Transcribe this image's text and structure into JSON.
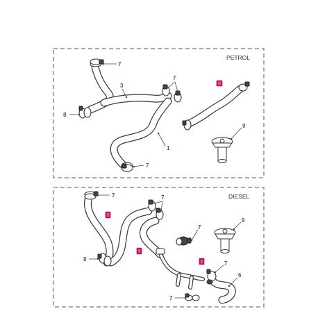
{
  "panels": {
    "petrol": {
      "label": "PETROL",
      "callouts": {
        "top_clamp": "7",
        "hose_3": "3",
        "right_clamps": "7",
        "clamp_8": "8",
        "hose_1": "1",
        "bottom_clamp": "7",
        "thermostat": "9"
      }
    },
    "diesel": {
      "label": "DIESEL",
      "callouts": {
        "top_clamp": "7",
        "right_clamps": "7",
        "mid_clamp": "7",
        "thermostat": "9",
        "clamp_8": "8",
        "lower_clamp": "7",
        "hose_6": "6",
        "bottom_clamp": "7"
      }
    }
  },
  "colors": {
    "callout": "#2d7a1e",
    "marker": "#d11a6b",
    "line": "#3a3a3a"
  }
}
